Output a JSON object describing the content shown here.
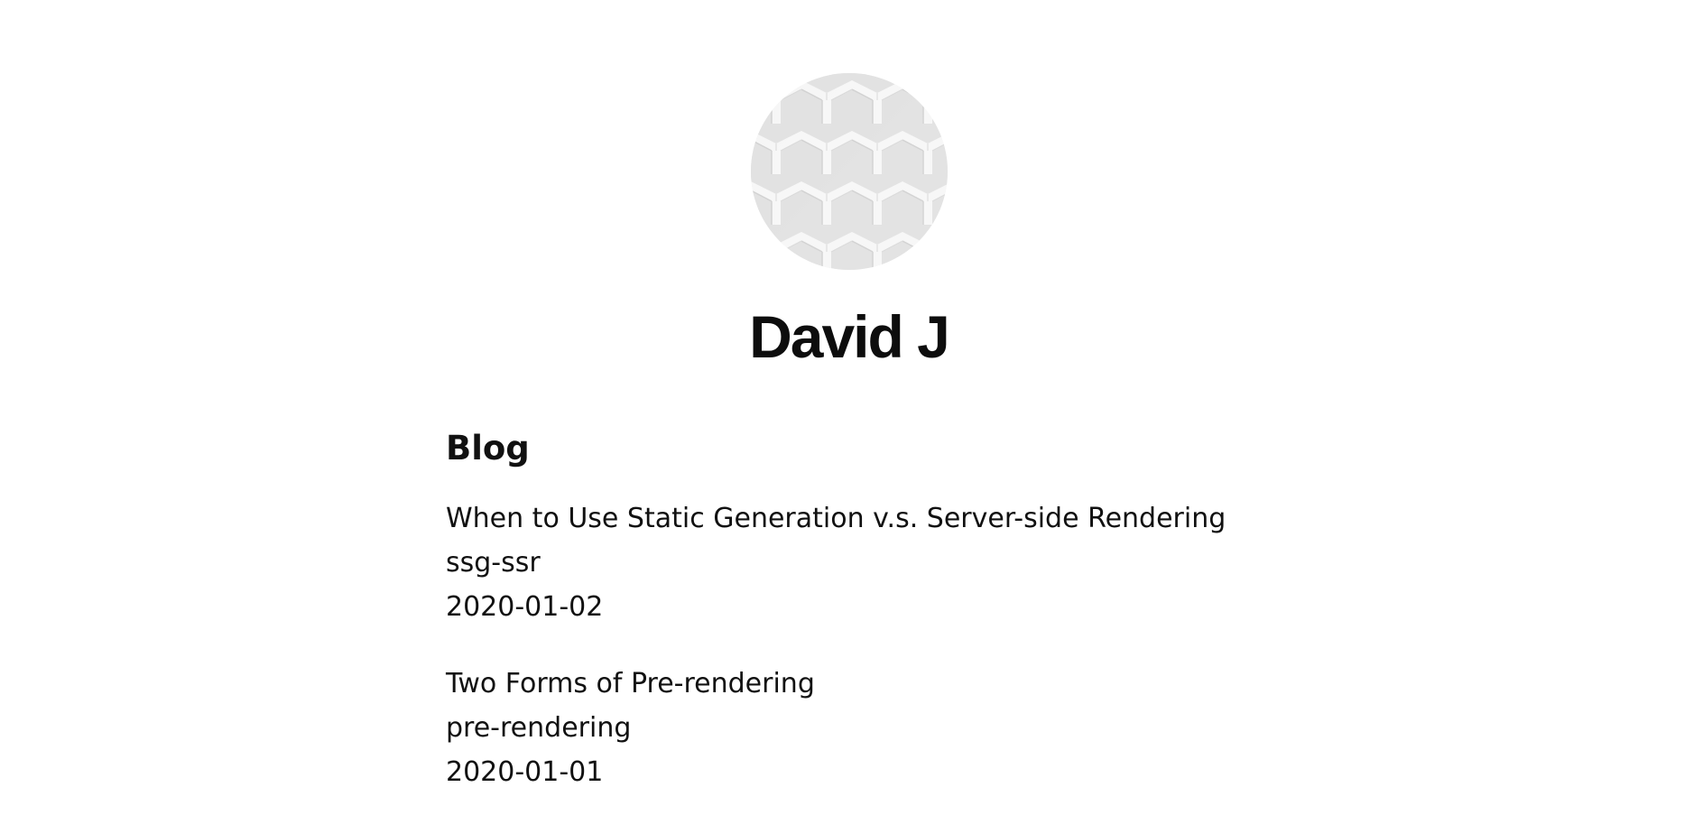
{
  "profile": {
    "name": "David J",
    "avatar_icon": "avatar-pattern-icon"
  },
  "blog": {
    "heading": "Blog",
    "posts": [
      {
        "title": "When to Use Static Generation v.s. Server-side Rendering",
        "slug": "ssg-ssr",
        "date": "2020-01-02"
      },
      {
        "title": "Two Forms of Pre-rendering",
        "slug": "pre-rendering",
        "date": "2020-01-01"
      }
    ]
  },
  "colors": {
    "background": "#ffffff",
    "text": "#111111",
    "avatar_base": "#eeeeee"
  }
}
